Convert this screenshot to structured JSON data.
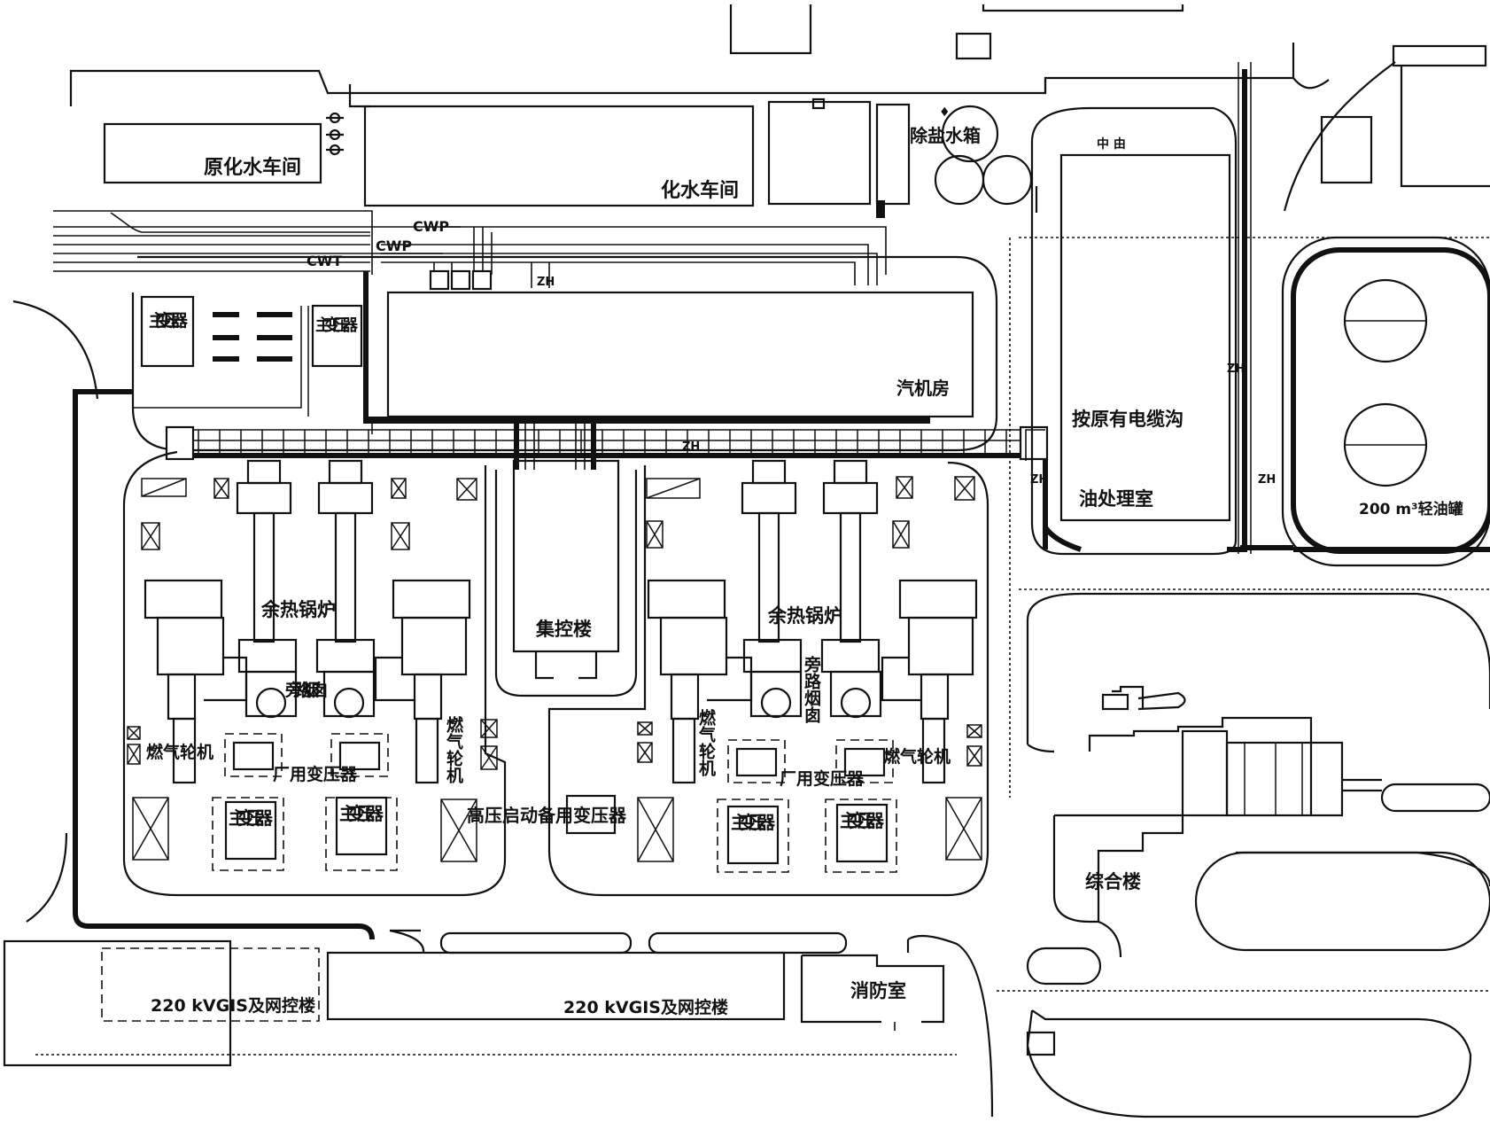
{
  "labels": {
    "raw_water": "原化水车间",
    "chem_water": "化水车间",
    "demin_tank": "除盐水箱",
    "pipe_cwp_top": "CWP",
    "pipe_cwt": "CWT",
    "pipe_cwp": "CWP",
    "zh_top": "ZH",
    "zh_mid": "ZH",
    "zh_right": "ZH",
    "zh_small": "ZH",
    "zh_oil": "ZH",
    "turbine_hall": "汽机房",
    "cable_trench": "按原有电缆沟",
    "oil_room": "油处理室",
    "oil_tank": "200 m³轻油罐",
    "hrsg_left": "余热锅炉",
    "hrsg_right": "余热锅炉",
    "control_bldg": "集控楼",
    "bypass_left": "旁路烟囱",
    "bypass_right": "旁路烟囱",
    "gt_left": "燃气轮机",
    "gt_left2": "燃气轮机",
    "gt_right": "燃气轮机",
    "gt_right2": "燃气轮机",
    "aux_tf_left": "厂用变压器",
    "aux_tf_right": "厂用变压器",
    "main_tf": "主变压器",
    "hv_startup_tf": "高压启动备用变压器",
    "gis_left": "220 kVGIS及网控楼",
    "gis_right": "220 kVGIS及网控楼",
    "fire_room": "消防室",
    "office_bldg": "综合楼"
  }
}
